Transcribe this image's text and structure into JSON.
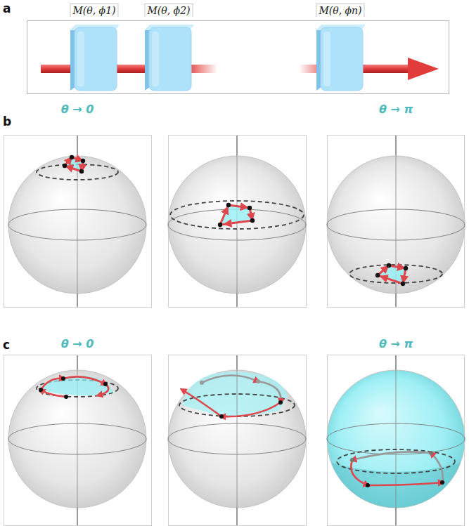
{
  "diagram": {
    "nodes": [
      {
        "text": [
          "M(θ, ϕ1)"
        ]
      },
      {
        "text": [
          "M(θ, ϕ2)"
        ]
      },
      {
        "text": [
          "M(θ, ϕn)"
        ]
      }
    ],
    "labels": [
      "a",
      "b",
      "θ → 0",
      "θ → π",
      "c",
      "θ → 0",
      "θ → π"
    ]
  }
}
